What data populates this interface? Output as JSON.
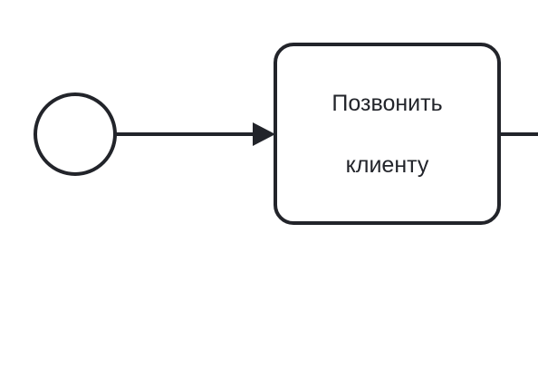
{
  "diagram": {
    "type": "bpmn",
    "stroke_color": "#22242a",
    "fill_color": "#ffffff",
    "nodes": [
      {
        "id": "start",
        "kind": "start-event",
        "label": ""
      },
      {
        "id": "task1",
        "kind": "task",
        "label_lines": [
          "Позвонить",
          "клиенту"
        ]
      }
    ],
    "edges": [
      {
        "from": "start",
        "to": "task1",
        "arrow": true
      },
      {
        "from": "task1",
        "to": "offscreen-right",
        "arrow": false
      }
    ]
  }
}
